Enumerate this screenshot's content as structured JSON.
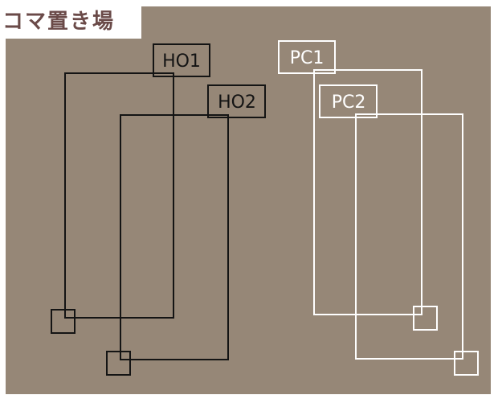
{
  "title": "コマ置き場",
  "colors": {
    "board_background": "#968777",
    "title_text": "#6a4a48",
    "ho_stroke": "#141414",
    "pc_stroke": "#ffffff"
  },
  "pieces": {
    "ho1": {
      "label": "HO1"
    },
    "ho2": {
      "label": "HO2"
    },
    "pc1": {
      "label": "PC1"
    },
    "pc2": {
      "label": "PC2"
    }
  }
}
